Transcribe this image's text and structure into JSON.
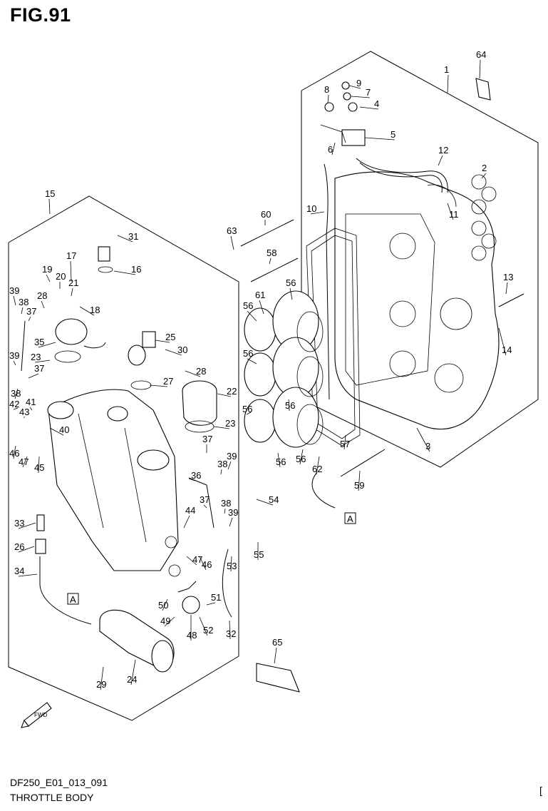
{
  "figure": {
    "title": "FIG.91",
    "code": "DF250_E01_013_091",
    "caption": "THROTTLE BODY",
    "corner_mark": "["
  },
  "callouts": {
    "ref_a": "A",
    "fwd": "FWD"
  },
  "parts": [
    {
      "id": "p1",
      "label": "1"
    },
    {
      "id": "p2",
      "label": "2"
    },
    {
      "id": "p3",
      "label": "3"
    },
    {
      "id": "p4",
      "label": "4"
    },
    {
      "id": "p5",
      "label": "5"
    },
    {
      "id": "p6",
      "label": "6"
    },
    {
      "id": "p7",
      "label": "7"
    },
    {
      "id": "p8",
      "label": "8"
    },
    {
      "id": "p9",
      "label": "9"
    },
    {
      "id": "p10",
      "label": "10"
    },
    {
      "id": "p11",
      "label": "11"
    },
    {
      "id": "p12",
      "label": "12"
    },
    {
      "id": "p13",
      "label": "13"
    },
    {
      "id": "p14",
      "label": "14"
    },
    {
      "id": "p15",
      "label": "15"
    },
    {
      "id": "p16",
      "label": "16"
    },
    {
      "id": "p17",
      "label": "17"
    },
    {
      "id": "p18",
      "label": "18"
    },
    {
      "id": "p19",
      "label": "19"
    },
    {
      "id": "p20",
      "label": "20"
    },
    {
      "id": "p21",
      "label": "21"
    },
    {
      "id": "p22",
      "label": "22"
    },
    {
      "id": "p23a",
      "label": "23"
    },
    {
      "id": "p23b",
      "label": "23"
    },
    {
      "id": "p24",
      "label": "24"
    },
    {
      "id": "p25",
      "label": "25"
    },
    {
      "id": "p26",
      "label": "26"
    },
    {
      "id": "p27",
      "label": "27"
    },
    {
      "id": "p28a",
      "label": "28"
    },
    {
      "id": "p28b",
      "label": "28"
    },
    {
      "id": "p29",
      "label": "29"
    },
    {
      "id": "p30",
      "label": "30"
    },
    {
      "id": "p31",
      "label": "31"
    },
    {
      "id": "p32",
      "label": "32"
    },
    {
      "id": "p33",
      "label": "33"
    },
    {
      "id": "p34",
      "label": "34"
    },
    {
      "id": "p35",
      "label": "35"
    },
    {
      "id": "p36",
      "label": "36"
    },
    {
      "id": "p37a",
      "label": "37"
    },
    {
      "id": "p37b",
      "label": "37"
    },
    {
      "id": "p37c",
      "label": "37"
    },
    {
      "id": "p37d",
      "label": "37"
    },
    {
      "id": "p38a",
      "label": "38"
    },
    {
      "id": "p38b",
      "label": "38"
    },
    {
      "id": "p38c",
      "label": "38"
    },
    {
      "id": "p38d",
      "label": "38"
    },
    {
      "id": "p39a",
      "label": "39"
    },
    {
      "id": "p39b",
      "label": "39"
    },
    {
      "id": "p39c",
      "label": "39"
    },
    {
      "id": "p39d",
      "label": "39"
    },
    {
      "id": "p40",
      "label": "40"
    },
    {
      "id": "p41",
      "label": "41"
    },
    {
      "id": "p42",
      "label": "42"
    },
    {
      "id": "p43",
      "label": "43"
    },
    {
      "id": "p44",
      "label": "44"
    },
    {
      "id": "p45",
      "label": "45"
    },
    {
      "id": "p46a",
      "label": "46"
    },
    {
      "id": "p46b",
      "label": "46"
    },
    {
      "id": "p47a",
      "label": "47"
    },
    {
      "id": "p47b",
      "label": "47"
    },
    {
      "id": "p48",
      "label": "48"
    },
    {
      "id": "p49",
      "label": "49"
    },
    {
      "id": "p50",
      "label": "50"
    },
    {
      "id": "p51",
      "label": "51"
    },
    {
      "id": "p52",
      "label": "52"
    },
    {
      "id": "p53",
      "label": "53"
    },
    {
      "id": "p54",
      "label": "54"
    },
    {
      "id": "p55",
      "label": "55"
    },
    {
      "id": "p56a",
      "label": "56"
    },
    {
      "id": "p56b",
      "label": "56"
    },
    {
      "id": "p56c",
      "label": "56"
    },
    {
      "id": "p56d",
      "label": "56"
    },
    {
      "id": "p56e",
      "label": "56"
    },
    {
      "id": "p56f",
      "label": "56"
    },
    {
      "id": "p56g",
      "label": "56"
    },
    {
      "id": "p57",
      "label": "57"
    },
    {
      "id": "p58",
      "label": "58"
    },
    {
      "id": "p59",
      "label": "59"
    },
    {
      "id": "p60",
      "label": "60"
    },
    {
      "id": "p61",
      "label": "61"
    },
    {
      "id": "p62",
      "label": "62"
    },
    {
      "id": "p63",
      "label": "63"
    },
    {
      "id": "p64",
      "label": "64"
    },
    {
      "id": "p65",
      "label": "65"
    }
  ]
}
